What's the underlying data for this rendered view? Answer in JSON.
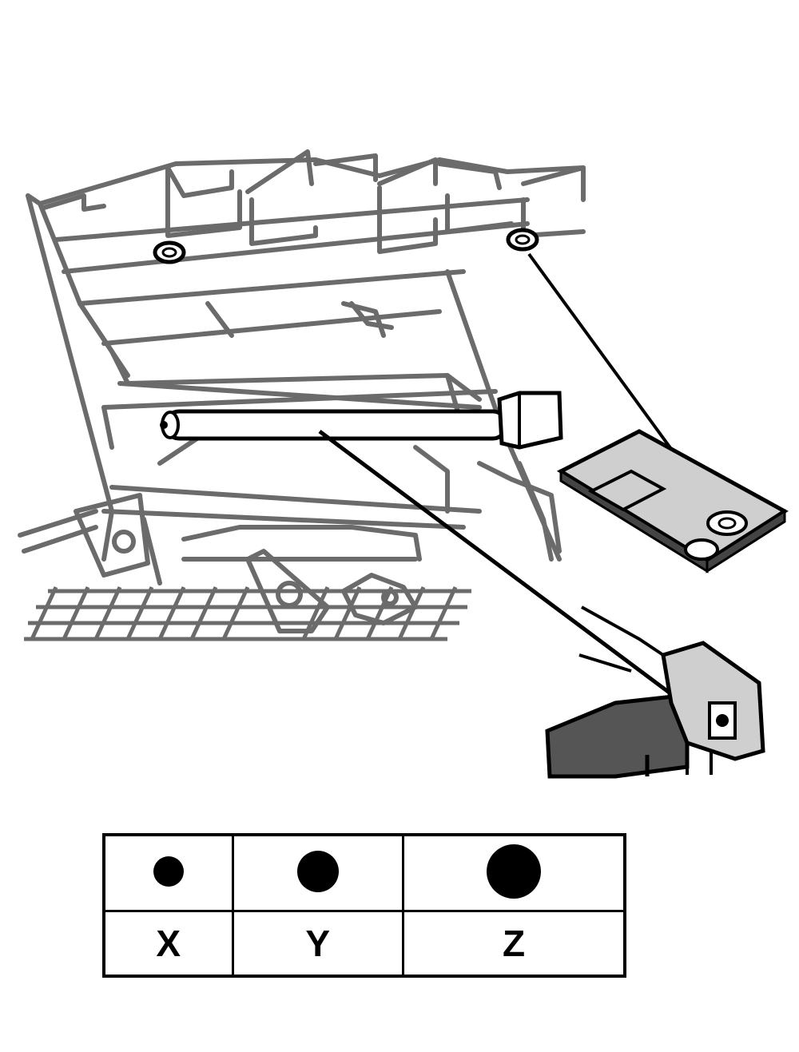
{
  "legend": {
    "items": [
      {
        "label": "X",
        "icon": "small-dot"
      },
      {
        "label": "Y",
        "icon": "medium-dot"
      },
      {
        "label": "Z",
        "icon": "large-dot"
      }
    ]
  },
  "colors": {
    "machine_line": "#6b6b6b",
    "detail_fill": "#cfcfcf",
    "dark_fill": "#555555",
    "ink": "#000000"
  }
}
